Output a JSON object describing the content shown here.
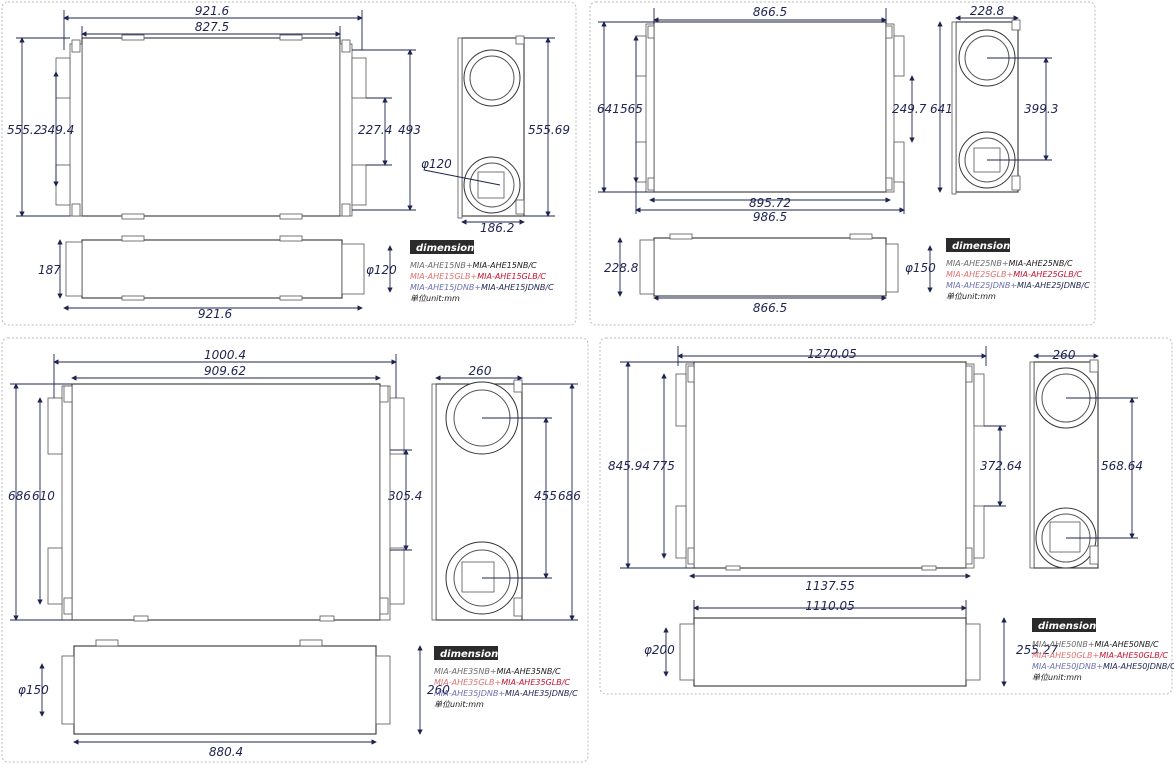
{
  "colors": {
    "dim": "#1d2451",
    "badge": "#2b2b2b",
    "gray": "#6a6a6a",
    "red": "#c8102e",
    "blue": "#3a3f9a",
    "dark": "#1a1a1a"
  },
  "panel1": {
    "dims": {
      "top_total": "921.6",
      "top_inner": "827.5",
      "left_outer": "555.2",
      "left_inner": "349.4",
      "right_inner": "227.4",
      "right_outer": "493",
      "side_height": "555.69",
      "side_width": "186.2",
      "duct": "φ120",
      "bottom_height": "187",
      "bottom_duct": "φ120",
      "bottom_width": "921.6"
    },
    "badge": "dimensions",
    "models": [
      {
        "a": "MIA-AHE15NB+",
        "b": "MIA-AHE15NB/C"
      },
      {
        "a": "MIA-AHE15GLB+",
        "b": "MIA-AHE15GLB/C"
      },
      {
        "a": "MIA-AHE15JDNB+",
        "b": "MIA-AHE15JDNB/C"
      }
    ],
    "unit": {
      "cn": "单位",
      "en": "unit:mm"
    }
  },
  "panel2": {
    "dims": {
      "top": "866.5",
      "left_outer": "641",
      "left_inner": "565",
      "right_inner": "249.7",
      "bottom_inner": "895.72",
      "bottom_outer": "986.5",
      "side_top": "228.8",
      "side_height": "641",
      "side_mid": "399.3",
      "bottom_height": "228.8",
      "bottom_duct": "φ150",
      "bottom_width": "866.5"
    },
    "badge": "dimensions",
    "models": [
      {
        "a": "MIA-AHE25NB+",
        "b": "MIA-AHE25NB/C"
      },
      {
        "a": "MIA-AHE25GLB+",
        "b": "MIA-AHE25GLB/C"
      },
      {
        "a": "MIA-AHE25JDNB+",
        "b": "MIA-AHE25JDNB/C"
      }
    ],
    "unit": {
      "cn": "单位",
      "en": "unit:mm"
    }
  },
  "panel3": {
    "dims": {
      "top_total": "1000.4",
      "top_inner": "909.62",
      "left_outer": "686",
      "left_inner": "610",
      "right_inner": "305.4",
      "side_top": "260",
      "side_mid": "455",
      "side_height": "686",
      "bottom_duct": "φ150",
      "bottom_height": "260",
      "bottom_width": "880.4"
    },
    "badge": "dimensions",
    "models": [
      {
        "a": "MIA-AHE35NB+",
        "b": "MIA-AHE35NB/C"
      },
      {
        "a": "MIA-AHE35GLB+",
        "b": "MIA-AHE35GLB/C"
      },
      {
        "a": "MIA-AHE35JDNB+",
        "b": "MIA-AHE35JDNB/C"
      }
    ],
    "unit": {
      "cn": "单位",
      "en": "unit:mm"
    }
  },
  "panel4": {
    "dims": {
      "top": "1270.05",
      "left_outer": "845.94",
      "left_inner": "775",
      "right_inner": "372.64",
      "bottom_inner": "1137.55",
      "side_top": "260",
      "side_mid": "568.64",
      "bottom_top": "1110.05",
      "bottom_duct": "φ200",
      "bottom_height": "255.27"
    },
    "badge": "dimensions",
    "models": [
      {
        "a": "MIA-AHE50NB+",
        "b": "MIA-AHE50NB/C"
      },
      {
        "a": "MIA-AHE50GLB+",
        "b": "MIA-AHE50GLB/C"
      },
      {
        "a": "MIA-AHE50JDNB+",
        "b": "MIA-AHE50JDNB/C"
      }
    ],
    "unit": {
      "cn": "单位",
      "en": "unit:mm"
    }
  }
}
